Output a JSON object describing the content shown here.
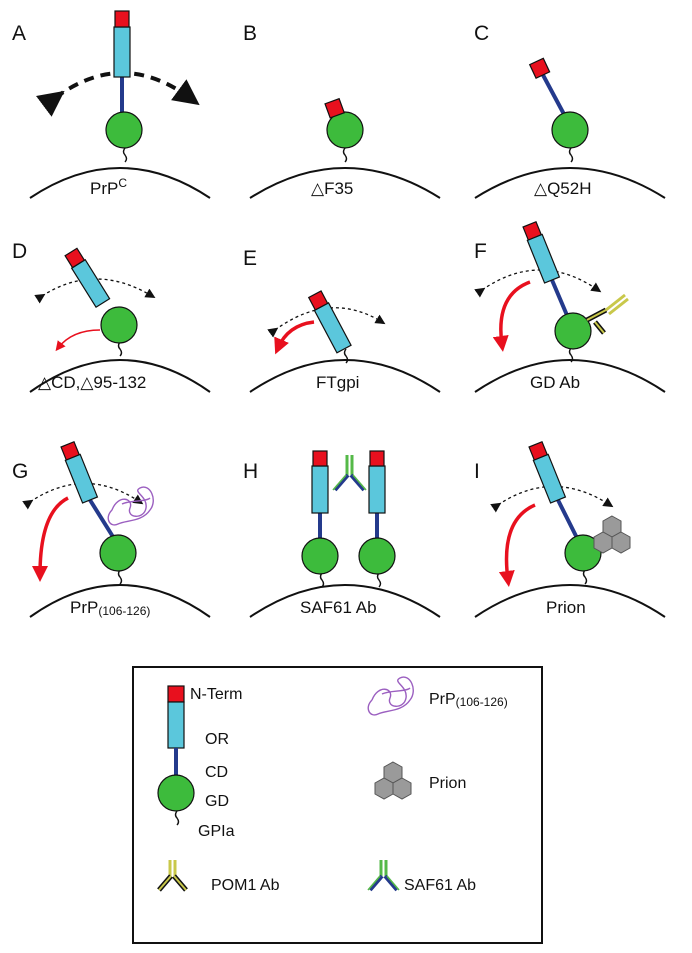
{
  "panels": [
    {
      "letter": "A",
      "caption_main": "PrP",
      "caption_sup": "C"
    },
    {
      "letter": "B",
      "caption": "△F35"
    },
    {
      "letter": "C",
      "caption": "△Q52H"
    },
    {
      "letter": "D",
      "caption": "△CD,△95-132"
    },
    {
      "letter": "E",
      "caption": "FTgpi"
    },
    {
      "letter": "F",
      "caption": "GD Ab"
    },
    {
      "letter": "G",
      "caption_main": "PrP",
      "caption_sub": "(106-126)"
    },
    {
      "letter": "H",
      "caption": "SAF61 Ab"
    },
    {
      "letter": "I",
      "caption": "Prion"
    }
  ],
  "legend": {
    "nterm": "N-Term",
    "or": "OR",
    "cd": "CD",
    "gd": "GD",
    "gpia": "GPIa",
    "peptide_main": "PrP",
    "peptide_sub": "(106-126)",
    "prion": "Prion",
    "pom1": "POM1 Ab",
    "saf61": "SAF61 Ab"
  },
  "colors": {
    "nterm": "#e8101e",
    "or": "#5bc7dc",
    "cd": "#243a8c",
    "gd": "#3dbb3c",
    "arrow_red": "#e8101e",
    "pom1": "#c9c84a",
    "saf61": "#55b948",
    "peptide": "#9b5fc0",
    "prion": "#9a9a9a"
  }
}
